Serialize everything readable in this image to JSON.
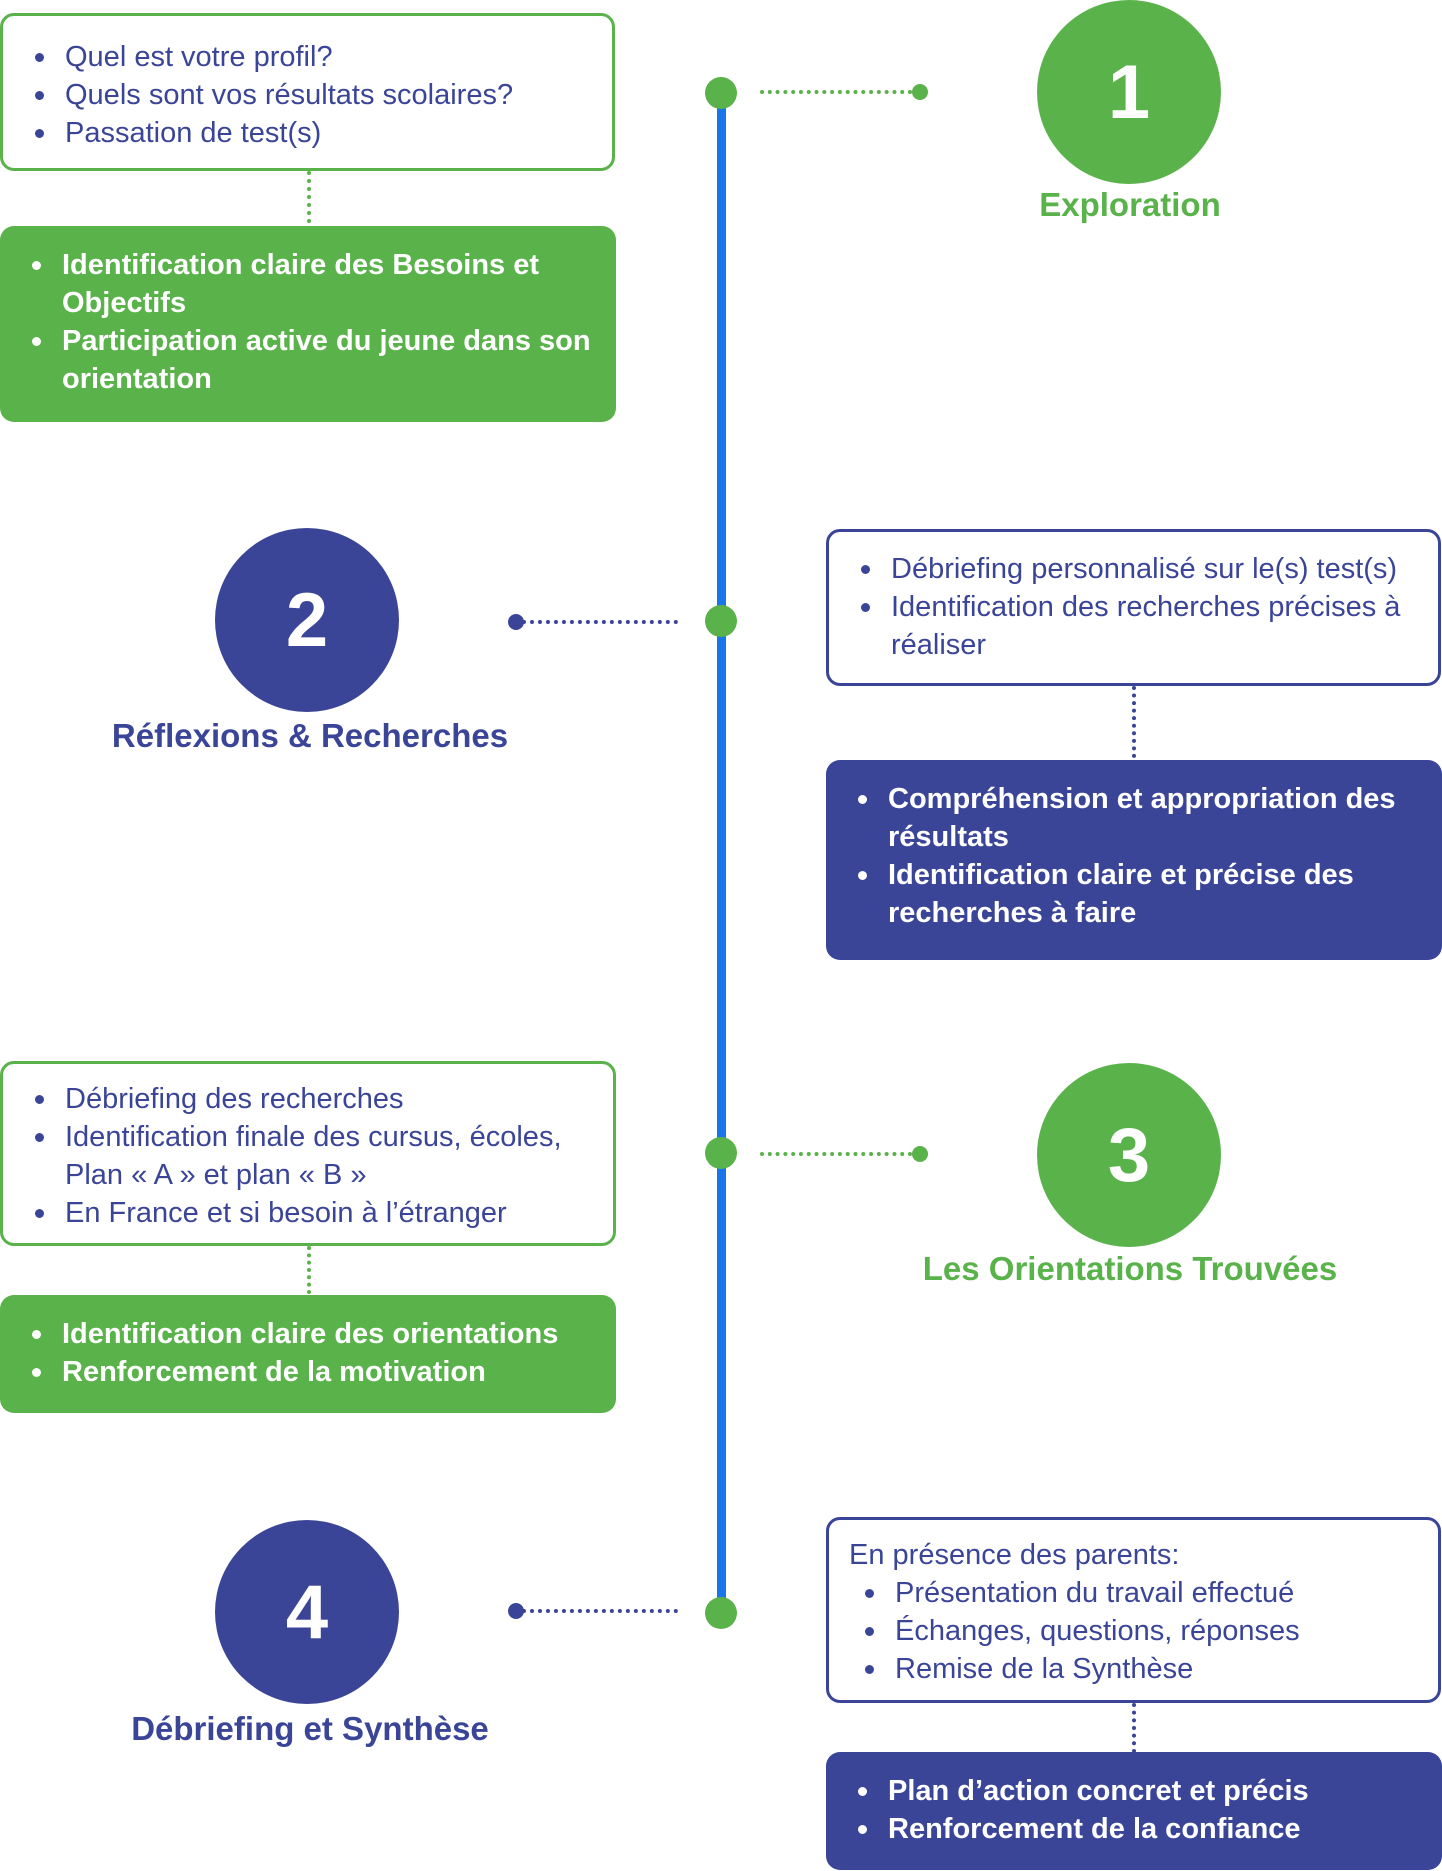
{
  "steps": [
    {
      "number": "1",
      "title": "Exploration",
      "questions": [
        "Quel est votre profil?",
        "Quels sont vos résultats scolaires?",
        "Passation de test(s)"
      ],
      "outcomes": [
        "Identification claire des Besoins et Objectifs",
        "Participation active du jeune dans son orientation"
      ]
    },
    {
      "number": "2",
      "title": "Réflexions & Recherches",
      "questions": [
        "Débriefing personnalisé sur le(s) test(s)",
        "Identification des recherches précises à réaliser"
      ],
      "outcomes": [
        "Compréhension et appropriation des résultats",
        "Identification claire et précise des recherches à faire"
      ]
    },
    {
      "number": "3",
      "title": "Les Orientations Trouvées",
      "questions": [
        "Débriefing des recherches",
        "Identification finale des cursus, écoles, Plan « A » et plan « B »",
        "En France et si besoin à l’étranger"
      ],
      "outcomes": [
        "Identification claire des orientations",
        "Renforcement de la motivation"
      ]
    },
    {
      "number": "4",
      "title": "Débriefing et Synthèse",
      "intro": "En présence des parents:",
      "questions": [
        "Présentation du travail effectué",
        "Échanges, questions, réponses",
        "Remise de la Synthèse"
      ],
      "outcomes": [
        "Plan d’action concret et précis",
        "Renforcement de la confiance"
      ]
    }
  ],
  "colors": {
    "green": "#5ab24b",
    "blue": "#3b4598",
    "timeline": "#1a75e8"
  }
}
